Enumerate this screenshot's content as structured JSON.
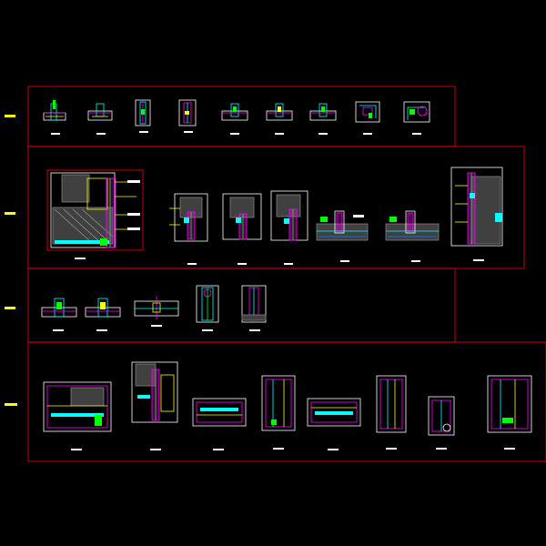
{
  "sheet": {
    "background": "#000000",
    "frame_color": "#ff0000",
    "rows": [
      {
        "id": "row-1",
        "label": "",
        "detail_count": 9
      },
      {
        "id": "row-2",
        "label": "",
        "detail_count": 7
      },
      {
        "id": "row-3",
        "label": "",
        "detail_count": 5
      },
      {
        "id": "row-4",
        "label": "",
        "detail_count": 8
      }
    ]
  },
  "colors": {
    "frame": "#ff0000",
    "cyan": "#00ffff",
    "magenta": "#ff00ff",
    "yellow": "#ffff00",
    "white": "#ffffff",
    "green": "#00ff00",
    "blue": "#0000ff",
    "gray": "#808080",
    "orange": "#ff8000"
  }
}
